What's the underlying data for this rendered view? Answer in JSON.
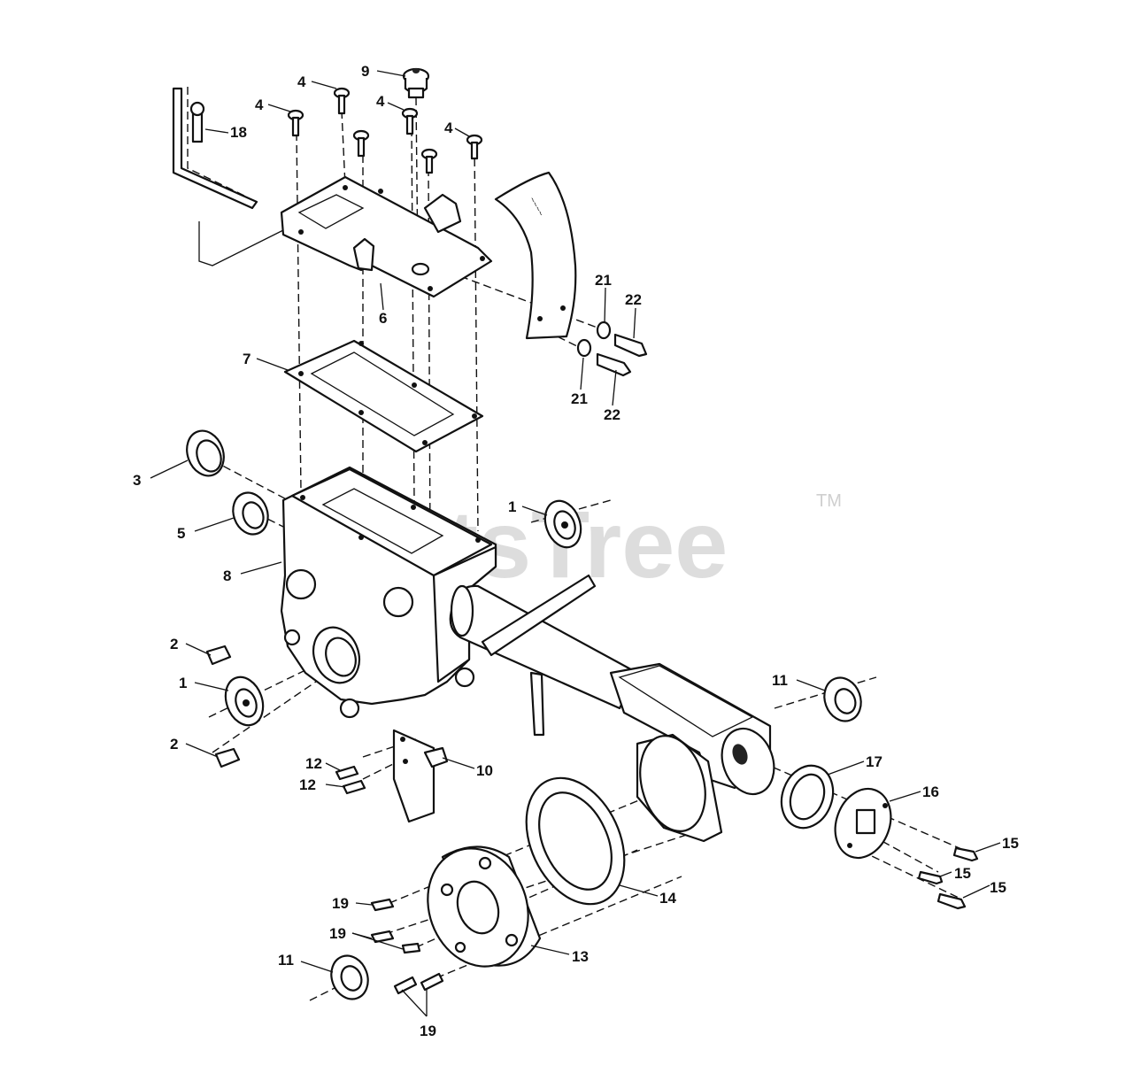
{
  "watermark": {
    "text": "PartsTree",
    "trademark": "TM"
  },
  "callouts": [
    {
      "id": "c-9",
      "label": "9"
    },
    {
      "id": "c-4a",
      "label": "4"
    },
    {
      "id": "c-4b",
      "label": "4"
    },
    {
      "id": "c-4c",
      "label": "4"
    },
    {
      "id": "c-4d",
      "label": "4"
    },
    {
      "id": "c-18",
      "label": "18"
    },
    {
      "id": "c-6",
      "label": "6"
    },
    {
      "id": "c-7",
      "label": "7"
    },
    {
      "id": "c-21a",
      "label": "21"
    },
    {
      "id": "c-22a",
      "label": "22"
    },
    {
      "id": "c-21b",
      "label": "21"
    },
    {
      "id": "c-22b",
      "label": "22"
    },
    {
      "id": "c-3",
      "label": "3"
    },
    {
      "id": "c-5",
      "label": "5"
    },
    {
      "id": "c-1a",
      "label": "1"
    },
    {
      "id": "c-8",
      "label": "8"
    },
    {
      "id": "c-2a",
      "label": "2"
    },
    {
      "id": "c-1b",
      "label": "1"
    },
    {
      "id": "c-2b",
      "label": "2"
    },
    {
      "id": "c-11a",
      "label": "11"
    },
    {
      "id": "c-17",
      "label": "17"
    },
    {
      "id": "c-16",
      "label": "16"
    },
    {
      "id": "c-12a",
      "label": "12"
    },
    {
      "id": "c-10",
      "label": "10"
    },
    {
      "id": "c-12b",
      "label": "12"
    },
    {
      "id": "c-15a",
      "label": "15"
    },
    {
      "id": "c-15b",
      "label": "15"
    },
    {
      "id": "c-15c",
      "label": "15"
    },
    {
      "id": "c-14",
      "label": "14"
    },
    {
      "id": "c-19a",
      "label": "19"
    },
    {
      "id": "c-19b",
      "label": "19"
    },
    {
      "id": "c-13",
      "label": "13"
    },
    {
      "id": "c-11b",
      "label": "11"
    },
    {
      "id": "c-19c",
      "label": "19"
    }
  ]
}
